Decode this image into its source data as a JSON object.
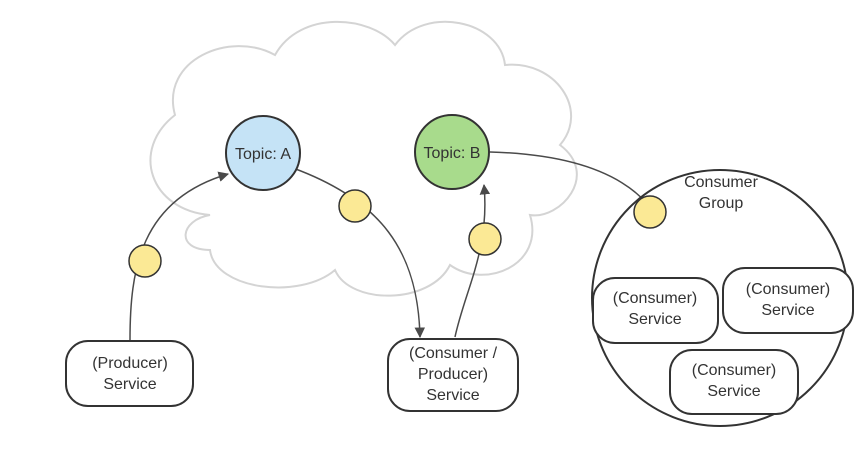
{
  "colors": {
    "topic_a_fill": "#c5e3f6",
    "topic_b_fill": "#a8db8c",
    "event_fill": "#fbe995",
    "cloud_stroke": "#d4d4d4",
    "line": "#4a4a4a"
  },
  "topics": {
    "a": {
      "label": "Topic: A"
    },
    "b": {
      "label": "Topic: B"
    }
  },
  "consumer_group": {
    "label_line1": "Consumer",
    "label_line2": "Group"
  },
  "services": {
    "producer": {
      "line1": "(Producer)",
      "line2": "Service"
    },
    "consumer_producer": {
      "line1": "(Consumer /",
      "line2": "Producer)",
      "line3": "Service"
    },
    "consumer_1": {
      "line1": "(Consumer)",
      "line2": "Service"
    },
    "consumer_2": {
      "line1": "(Consumer)",
      "line2": "Service"
    },
    "consumer_3": {
      "line1": "(Consumer)",
      "line2": "Service"
    }
  }
}
